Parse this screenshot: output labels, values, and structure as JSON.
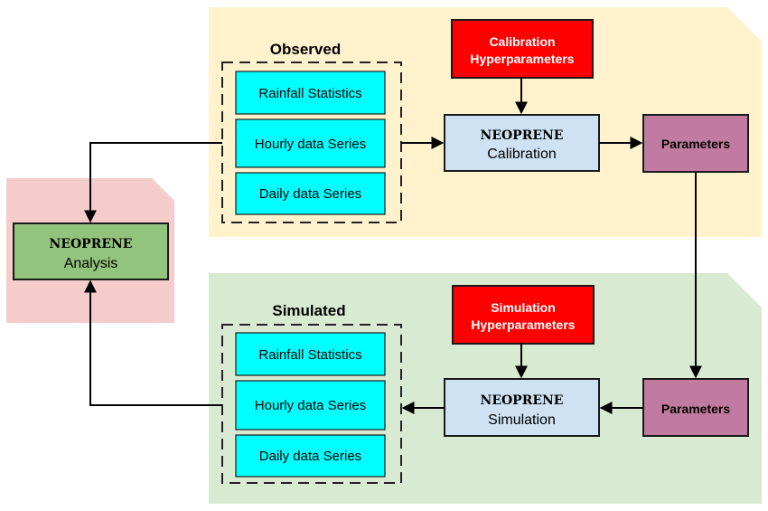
{
  "colors": {
    "observed_panel": "#fff2cc",
    "simulated_panel": "#d9ead3",
    "analysis_panel": "#f4cccc",
    "hyperparameters": "#ff0000",
    "neoprene_process": "#cfe2f3",
    "parameters": "#c27ba0",
    "analysis_box": "#93c47d",
    "data_box": "#00ffff"
  },
  "observed": {
    "title": "Observed",
    "items": [
      "Rainfall Statistics",
      "Hourly data Series",
      "Daily data Series"
    ]
  },
  "simulated": {
    "title": "Simulated",
    "items": [
      "Rainfall Statistics",
      "Hourly data Series",
      "Daily data Series"
    ]
  },
  "calibration_hyperparameters": {
    "line1": "Calibration",
    "line2": "Hyperparameters"
  },
  "simulation_hyperparameters": {
    "line1": "Simulation",
    "line2": "Hyperparameters"
  },
  "calibration": {
    "brand": "NEOPRENE",
    "label": "Calibration"
  },
  "simulation": {
    "brand": "NEOPRENE",
    "label": "Simulation"
  },
  "analysis": {
    "brand": "NEOPRENE",
    "label": "Analysis"
  },
  "parameters_top": {
    "label": "Parameters"
  },
  "parameters_bottom": {
    "label": "Parameters"
  }
}
